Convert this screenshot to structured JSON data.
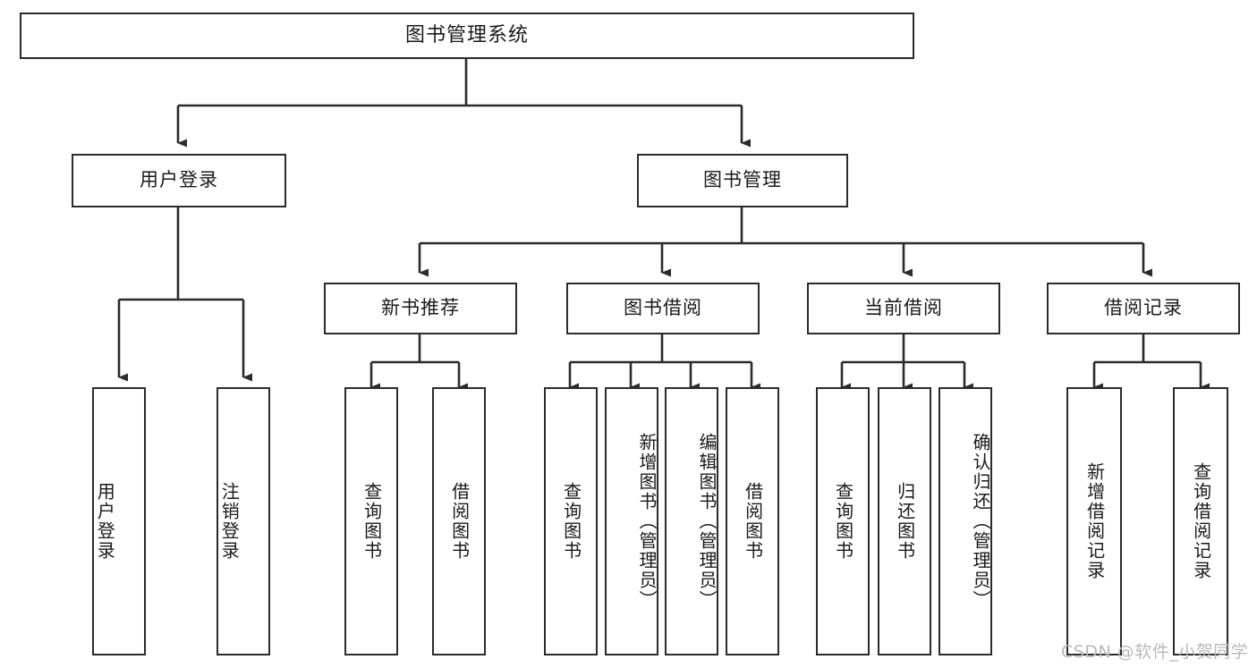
{
  "diagram": {
    "title": "图书管理系统",
    "type": "hierarchy-tree",
    "root": {
      "id": "root",
      "label": "图书管理系统"
    },
    "level2": [
      {
        "id": "user-login",
        "label": "用户登录"
      },
      {
        "id": "book-manage",
        "label": "图书管理"
      }
    ],
    "level3": [
      {
        "id": "new-book-recommend",
        "label": "新书推荐",
        "parent": "book-manage"
      },
      {
        "id": "book-borrow",
        "label": "图书借阅",
        "parent": "book-manage"
      },
      {
        "id": "current-borrow",
        "label": "当前借阅",
        "parent": "book-manage"
      },
      {
        "id": "borrow-record",
        "label": "借阅记录",
        "parent": "book-manage"
      }
    ],
    "leaves": [
      {
        "id": "leaf-user-login",
        "label": "用户登录",
        "parent": "user-login"
      },
      {
        "id": "leaf-user-logout",
        "label": "注销登录",
        "parent": "user-login"
      },
      {
        "id": "leaf-query-book-1",
        "label": "查询图书",
        "parent": "new-book-recommend"
      },
      {
        "id": "leaf-borrow-book-1",
        "label": "借阅图书",
        "parent": "new-book-recommend"
      },
      {
        "id": "leaf-query-book-2",
        "label": "查询图书",
        "parent": "book-borrow"
      },
      {
        "id": "leaf-add-book",
        "label": "新增图书（管理员）",
        "parent": "book-borrow"
      },
      {
        "id": "leaf-edit-book",
        "label": "编辑图书（管理员）",
        "parent": "book-borrow"
      },
      {
        "id": "leaf-borrow-book-2",
        "label": "借阅图书",
        "parent": "book-borrow"
      },
      {
        "id": "leaf-query-book-3",
        "label": "查询图书",
        "parent": "current-borrow"
      },
      {
        "id": "leaf-return-book",
        "label": "归还图书",
        "parent": "current-borrow"
      },
      {
        "id": "leaf-confirm-return",
        "label": "确认归还（管理员）",
        "parent": "current-borrow"
      },
      {
        "id": "leaf-add-record",
        "label": "新增借阅记录",
        "parent": "borrow-record"
      },
      {
        "id": "leaf-query-record",
        "label": "查询借阅记录",
        "parent": "borrow-record"
      }
    ],
    "watermark": "CSDN @软件_小贺同学",
    "colors": {
      "stroke": "#2b2b2b",
      "background": "#ffffff",
      "text": "#1a1a1a",
      "watermark": "#b9b9b9"
    }
  }
}
